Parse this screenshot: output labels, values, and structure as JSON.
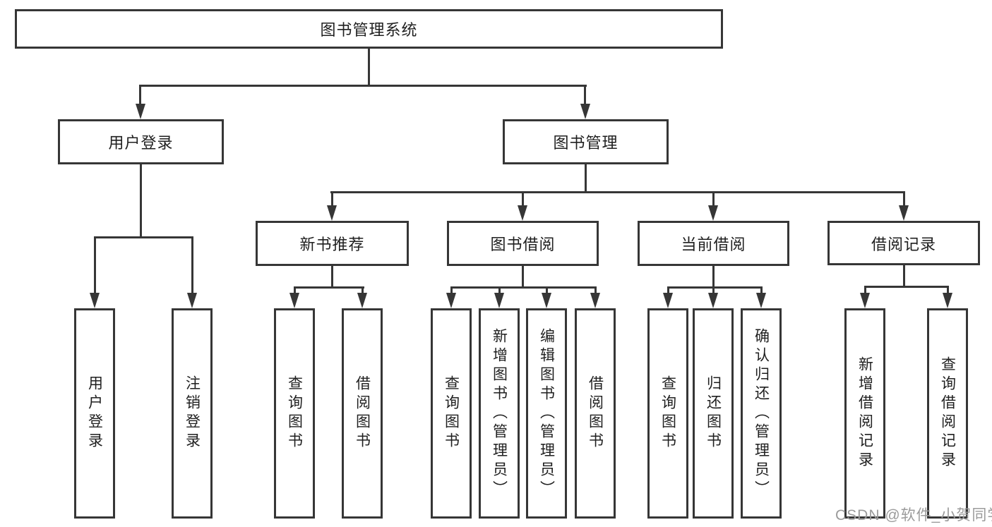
{
  "tree": {
    "label": "图书管理系统",
    "children": [
      {
        "label": "用户登录",
        "children": [
          {
            "label": "用户登录"
          },
          {
            "label": "注销登录"
          }
        ]
      },
      {
        "label": "图书管理",
        "children": [
          {
            "label": "新书推荐",
            "children": [
              {
                "label": "查询图书"
              },
              {
                "label": "借阅图书"
              }
            ]
          },
          {
            "label": "图书借阅",
            "children": [
              {
                "label": "查询图书"
              },
              {
                "label": "新增图书（管理员）"
              },
              {
                "label": "编辑图书（管理员）"
              },
              {
                "label": "借阅图书"
              }
            ]
          },
          {
            "label": "当前借阅",
            "children": [
              {
                "label": "查询图书"
              },
              {
                "label": "归还图书"
              },
              {
                "label": "确认归还（管理员）"
              }
            ]
          },
          {
            "label": "借阅记录",
            "children": [
              {
                "label": "新增借阅记录"
              },
              {
                "label": "查询借阅记录"
              }
            ]
          }
        ]
      }
    ]
  },
  "watermark": "CSDN @软件_小贺同学",
  "colors": {
    "line": "#363636",
    "box_border": "#363636",
    "box_fill": "#ffffff",
    "text": "#1f1f1f",
    "watermark": "#9b9b9b",
    "background": "#ffffff"
  }
}
